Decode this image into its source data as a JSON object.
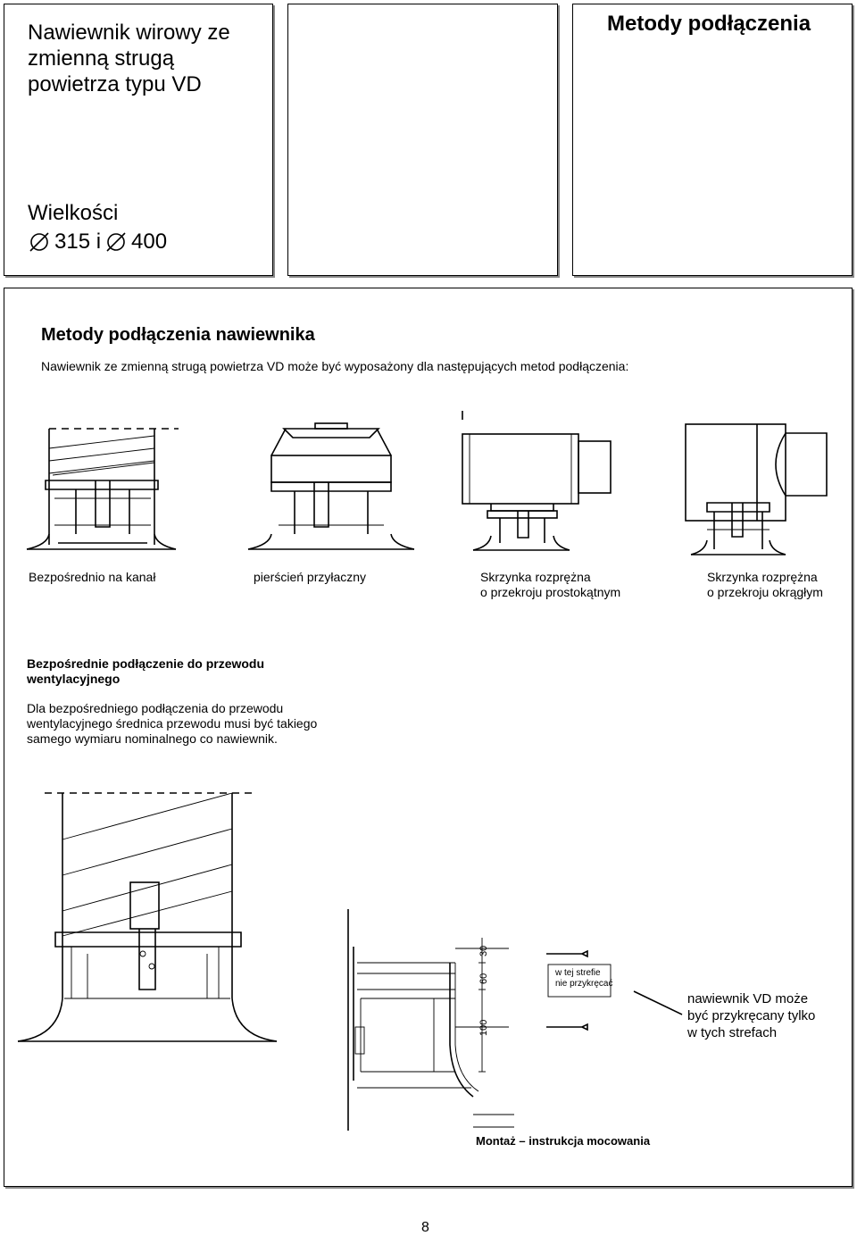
{
  "header": {
    "title_lines": [
      "Nawiewnik wirowy ze",
      "zmienną strugą",
      "powietrza typu VD"
    ],
    "sizes_label": "Wielkości",
    "sizes_value": "315 i",
    "sizes_value2": "400",
    "section_title": "Metody podłączenia"
  },
  "main": {
    "heading": "Metody podłączenia nawiewnika",
    "intro": "Nawiewnik ze zmienną strugą powietrza VD może być wyposażony dla następujących metod podłączenia:",
    "methods": [
      {
        "line1": "Bezpośrednio na kanał",
        "line2": ""
      },
      {
        "line1": "pierścień przyłaczny",
        "line2": ""
      },
      {
        "line1": "Skrzynka rozprężna",
        "line2": "o przekroju prostokątnym"
      },
      {
        "line1": "Skrzynka rozprężna",
        "line2": "o przekroju okrągłym"
      }
    ],
    "direct_heading_lines": [
      "Bezpośrednie podłączenie do przewodu",
      "wentylacyjnego"
    ],
    "direct_text_lines": [
      "Dla bezpośredniego podłączenia do przewodu",
      "wentylacyjnego średnica przewodu musi być takiego",
      "samego wymiaru nominalnego co nawiewnik."
    ],
    "detail": {
      "dim_30": "30",
      "dim_60": "60",
      "dim_100": "100",
      "zone_note_lines": [
        "w tej strefie",
        "nie przykręcać"
      ],
      "screw_note_lines": [
        "nawiewnik VD może",
        "być przykręcany tylko",
        "w tych strefach"
      ]
    },
    "caption": "Montaż – instrukcja mocowania"
  },
  "page_number": "8"
}
